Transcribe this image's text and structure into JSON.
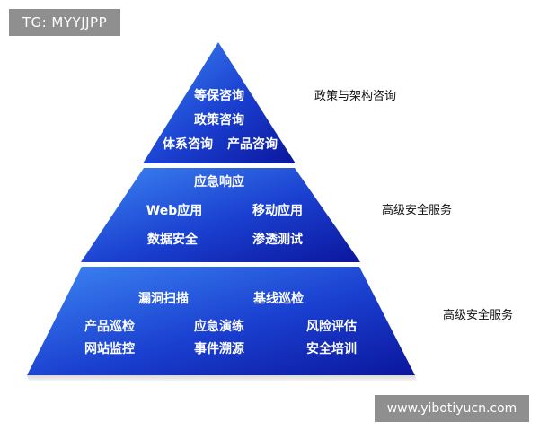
{
  "watermarks": {
    "top_left": "TG: MYYJJPP",
    "bottom_right": "www.yibotiyucn.com"
  },
  "pyramid": {
    "tier1": {
      "items": [
        "等保咨询",
        "政策咨询",
        "体系咨询",
        "产品咨询"
      ],
      "side_label": "政策与架构咨询"
    },
    "tier2": {
      "items": [
        "应急响应",
        "Web应用",
        "移动应用",
        "数据安全",
        "渗透测试"
      ],
      "side_label": "高级安全服务"
    },
    "tier3": {
      "items": [
        "漏洞扫描",
        "基线巡检",
        "产品巡检",
        "应急演练",
        "风险评估",
        "网站监控",
        "事件溯源",
        "安全培训"
      ],
      "side_label": "高级安全服务"
    }
  },
  "colors": {
    "tier_light": "#2b6de8",
    "tier_dark": "#0e1fa8",
    "band": "#ffffff",
    "watermark_bg": "#8f8f8f"
  }
}
